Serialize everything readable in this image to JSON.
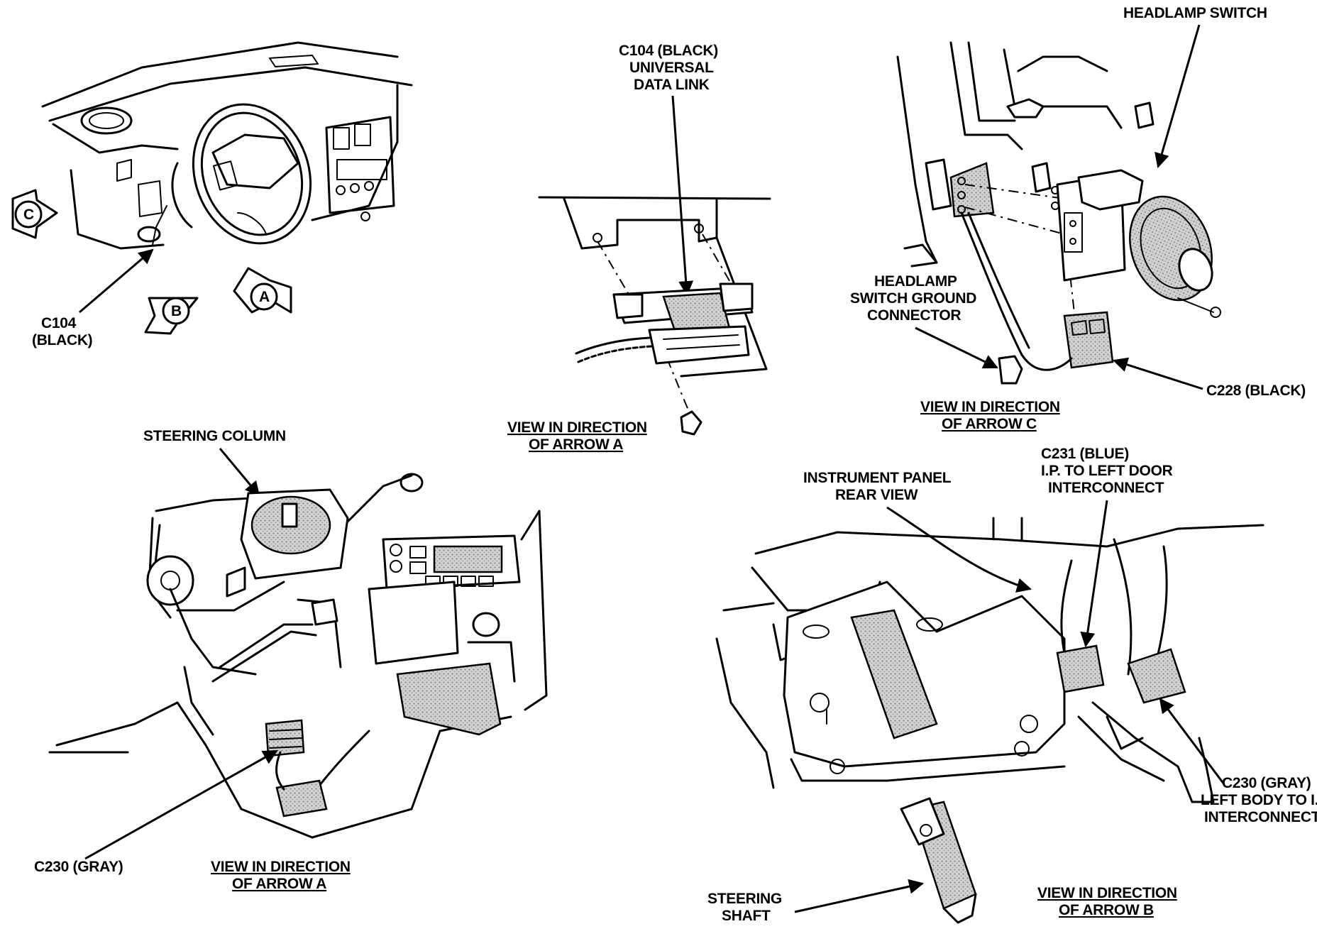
{
  "labels": {
    "headlamp_switch": "HEADLAMP SWITCH",
    "c104_udl_1": "C104 (BLACK)",
    "c104_udl_2": "UNIVERSAL",
    "c104_udl_3": "DATA LINK",
    "c104_1": "C104",
    "c104_2": "(BLACK)",
    "arrow_a": "A",
    "arrow_b": "B",
    "arrow_c": "C",
    "hsg_1": "HEADLAMP",
    "hsg_2": "SWITCH GROUND",
    "hsg_3": "CONNECTOR",
    "c228": "C228 (BLACK)",
    "view_c_1": "VIEW IN DIRECTION",
    "view_c_2": "OF ARROW C",
    "view_a1_1": "VIEW IN DIRECTION",
    "view_a1_2": "OF ARROW A",
    "steering_column": "STEERING COLUMN",
    "c231_1": "C231 (BLUE)",
    "c231_2": "I.P. TO LEFT DOOR",
    "c231_3": "INTERCONNECT",
    "ip_rear_1": "INSTRUMENT PANEL",
    "ip_rear_2": "REAR VIEW",
    "c230_gray": "C230 (GRAY)",
    "view_a2_1": "VIEW IN DIRECTION",
    "view_a2_2": "OF ARROW A",
    "c230_right_1": "C230 (GRAY)",
    "c230_right_2": "LEFT BODY TO I.P.",
    "c230_right_3": "INTERCONNECT",
    "steering_shaft_1": "STEERING",
    "steering_shaft_2": "SHAFT",
    "view_b_1": "VIEW IN DIRECTION",
    "view_b_2": "OF ARROW B"
  }
}
